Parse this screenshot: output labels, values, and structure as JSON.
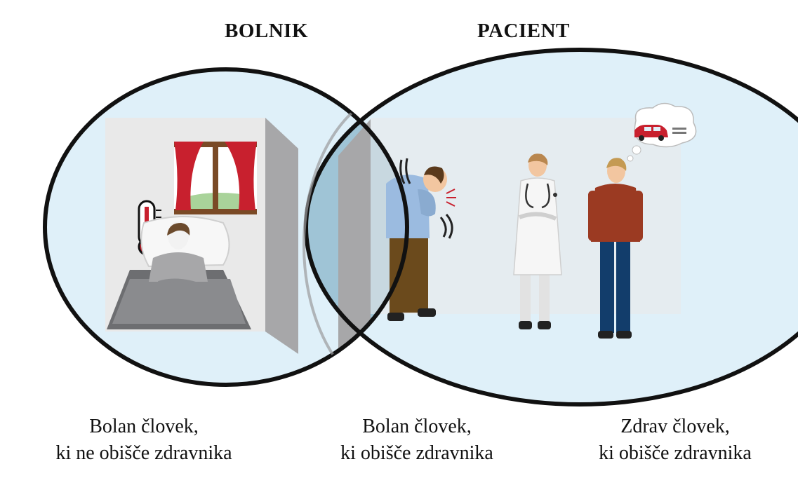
{
  "titles": {
    "left": "BOLNIK",
    "right": "PACIENT"
  },
  "captions": {
    "left": {
      "line1": "Bolan človek,",
      "line2": "ki ne obišče zdravnika"
    },
    "middle": {
      "line1": "Bolan človek,",
      "line2": "ki obišče zdravnika"
    },
    "right": {
      "line1": "Zdrav človek,",
      "line2": "ki obišče zdravnika"
    }
  },
  "colors": {
    "circle_fill": "#dff0f9",
    "overlap_fill": "#9fc4d6",
    "outline": "#111111",
    "curtain": "#c8202e",
    "sweater": "#9b3a22",
    "jeans": "#123d6b",
    "shirt_blue": "#9bbbe0"
  },
  "icons": [
    "thermometer-icon",
    "car-icon",
    "stethoscope-icon"
  ]
}
